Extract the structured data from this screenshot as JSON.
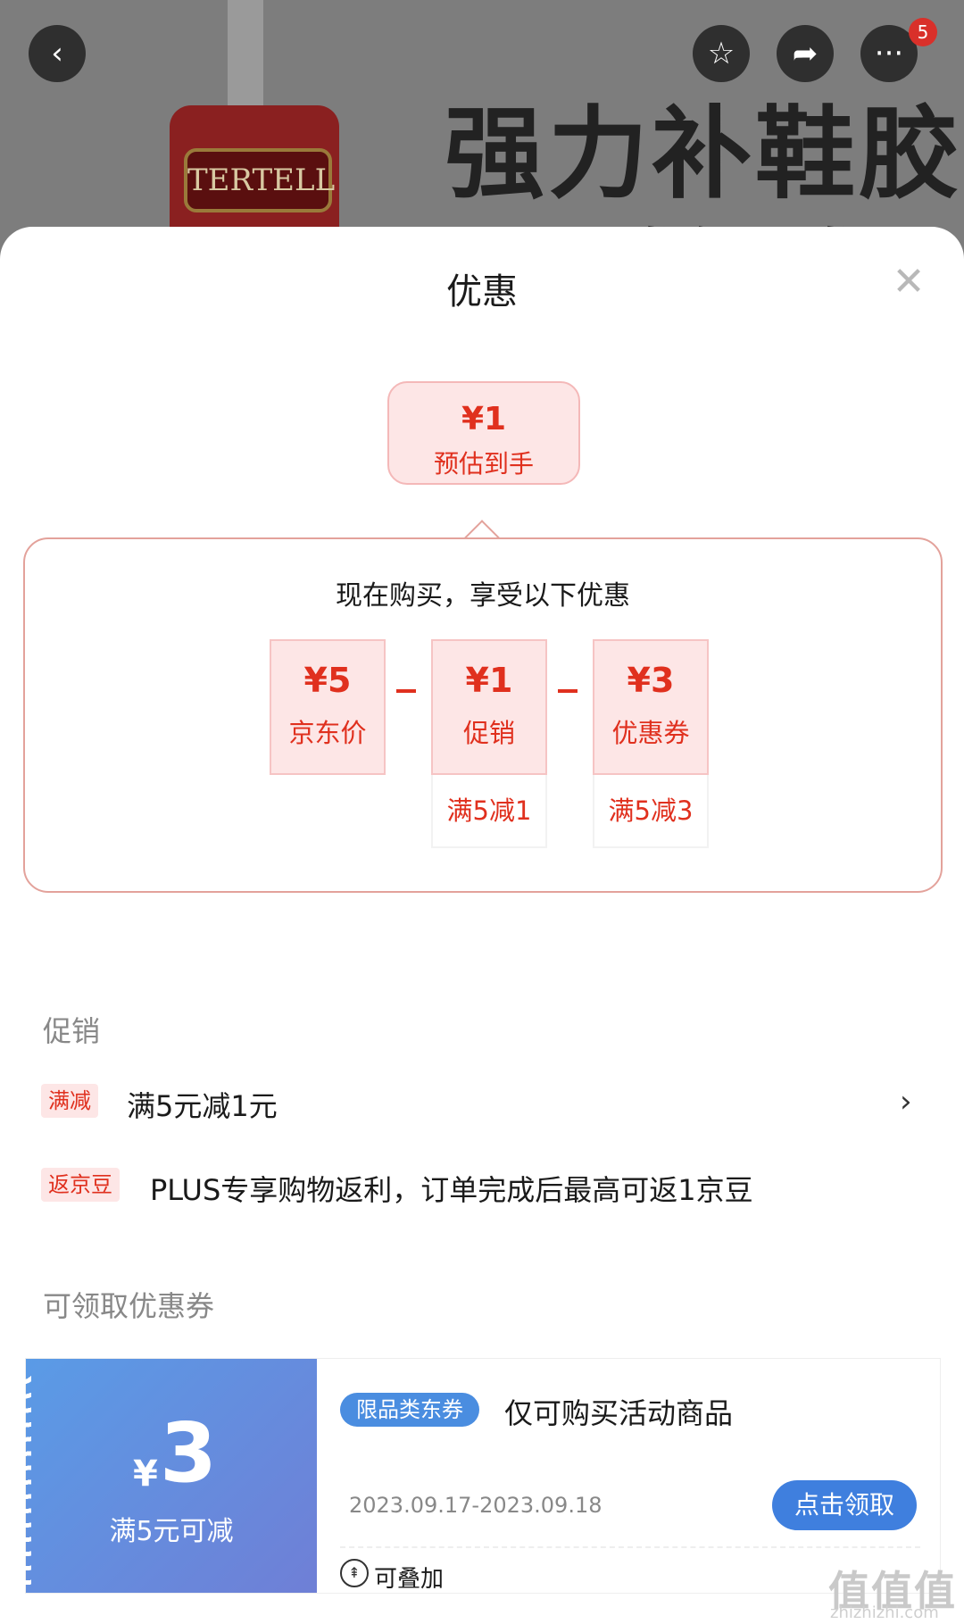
{
  "background": {
    "headline": "强力补鞋胶",
    "subline": "可发布 可发顶",
    "bottle_label": "TERTELL"
  },
  "top_bar": {
    "badge_count": "5",
    "back_icon": "chevron-left",
    "star_icon": "star-outline",
    "share_icon": "share-arrow",
    "more_icon": "ellipsis"
  },
  "sheet": {
    "title": "优惠",
    "close_icon": "close-x"
  },
  "estimate": {
    "amount": "¥1",
    "label": "预估到手"
  },
  "breakdown": {
    "title": "现在购买，享受以下优惠",
    "items": [
      {
        "value": "¥5",
        "name": "京东价",
        "sub": ""
      },
      {
        "value": "¥1",
        "name": "促销",
        "sub": "满5减1"
      },
      {
        "value": "¥3",
        "name": "优惠券",
        "sub": "满5减3"
      }
    ]
  },
  "promotion": {
    "heading": "促销",
    "rows": [
      {
        "tag": "满减",
        "text": "满5元减1元"
      },
      {
        "tag": "返京豆",
        "text": "PLUS专享购物返利，订单完成后最高可返1京豆"
      }
    ]
  },
  "coupons": {
    "heading": "可领取优惠券",
    "items": [
      {
        "currency": "¥",
        "amount": "3",
        "condition": "满5元可减",
        "tag": "限品类东券",
        "title": "仅可购买活动商品",
        "date_range": "2023.09.17-2023.09.18",
        "button": "点击领取",
        "stackable": "可叠加"
      }
    ]
  },
  "watermark": {
    "main": "值值值",
    "url": "zhizhizhi.com"
  },
  "colors": {
    "accent_red": "#e0301e",
    "coupon_blue": "#3f7fde"
  }
}
